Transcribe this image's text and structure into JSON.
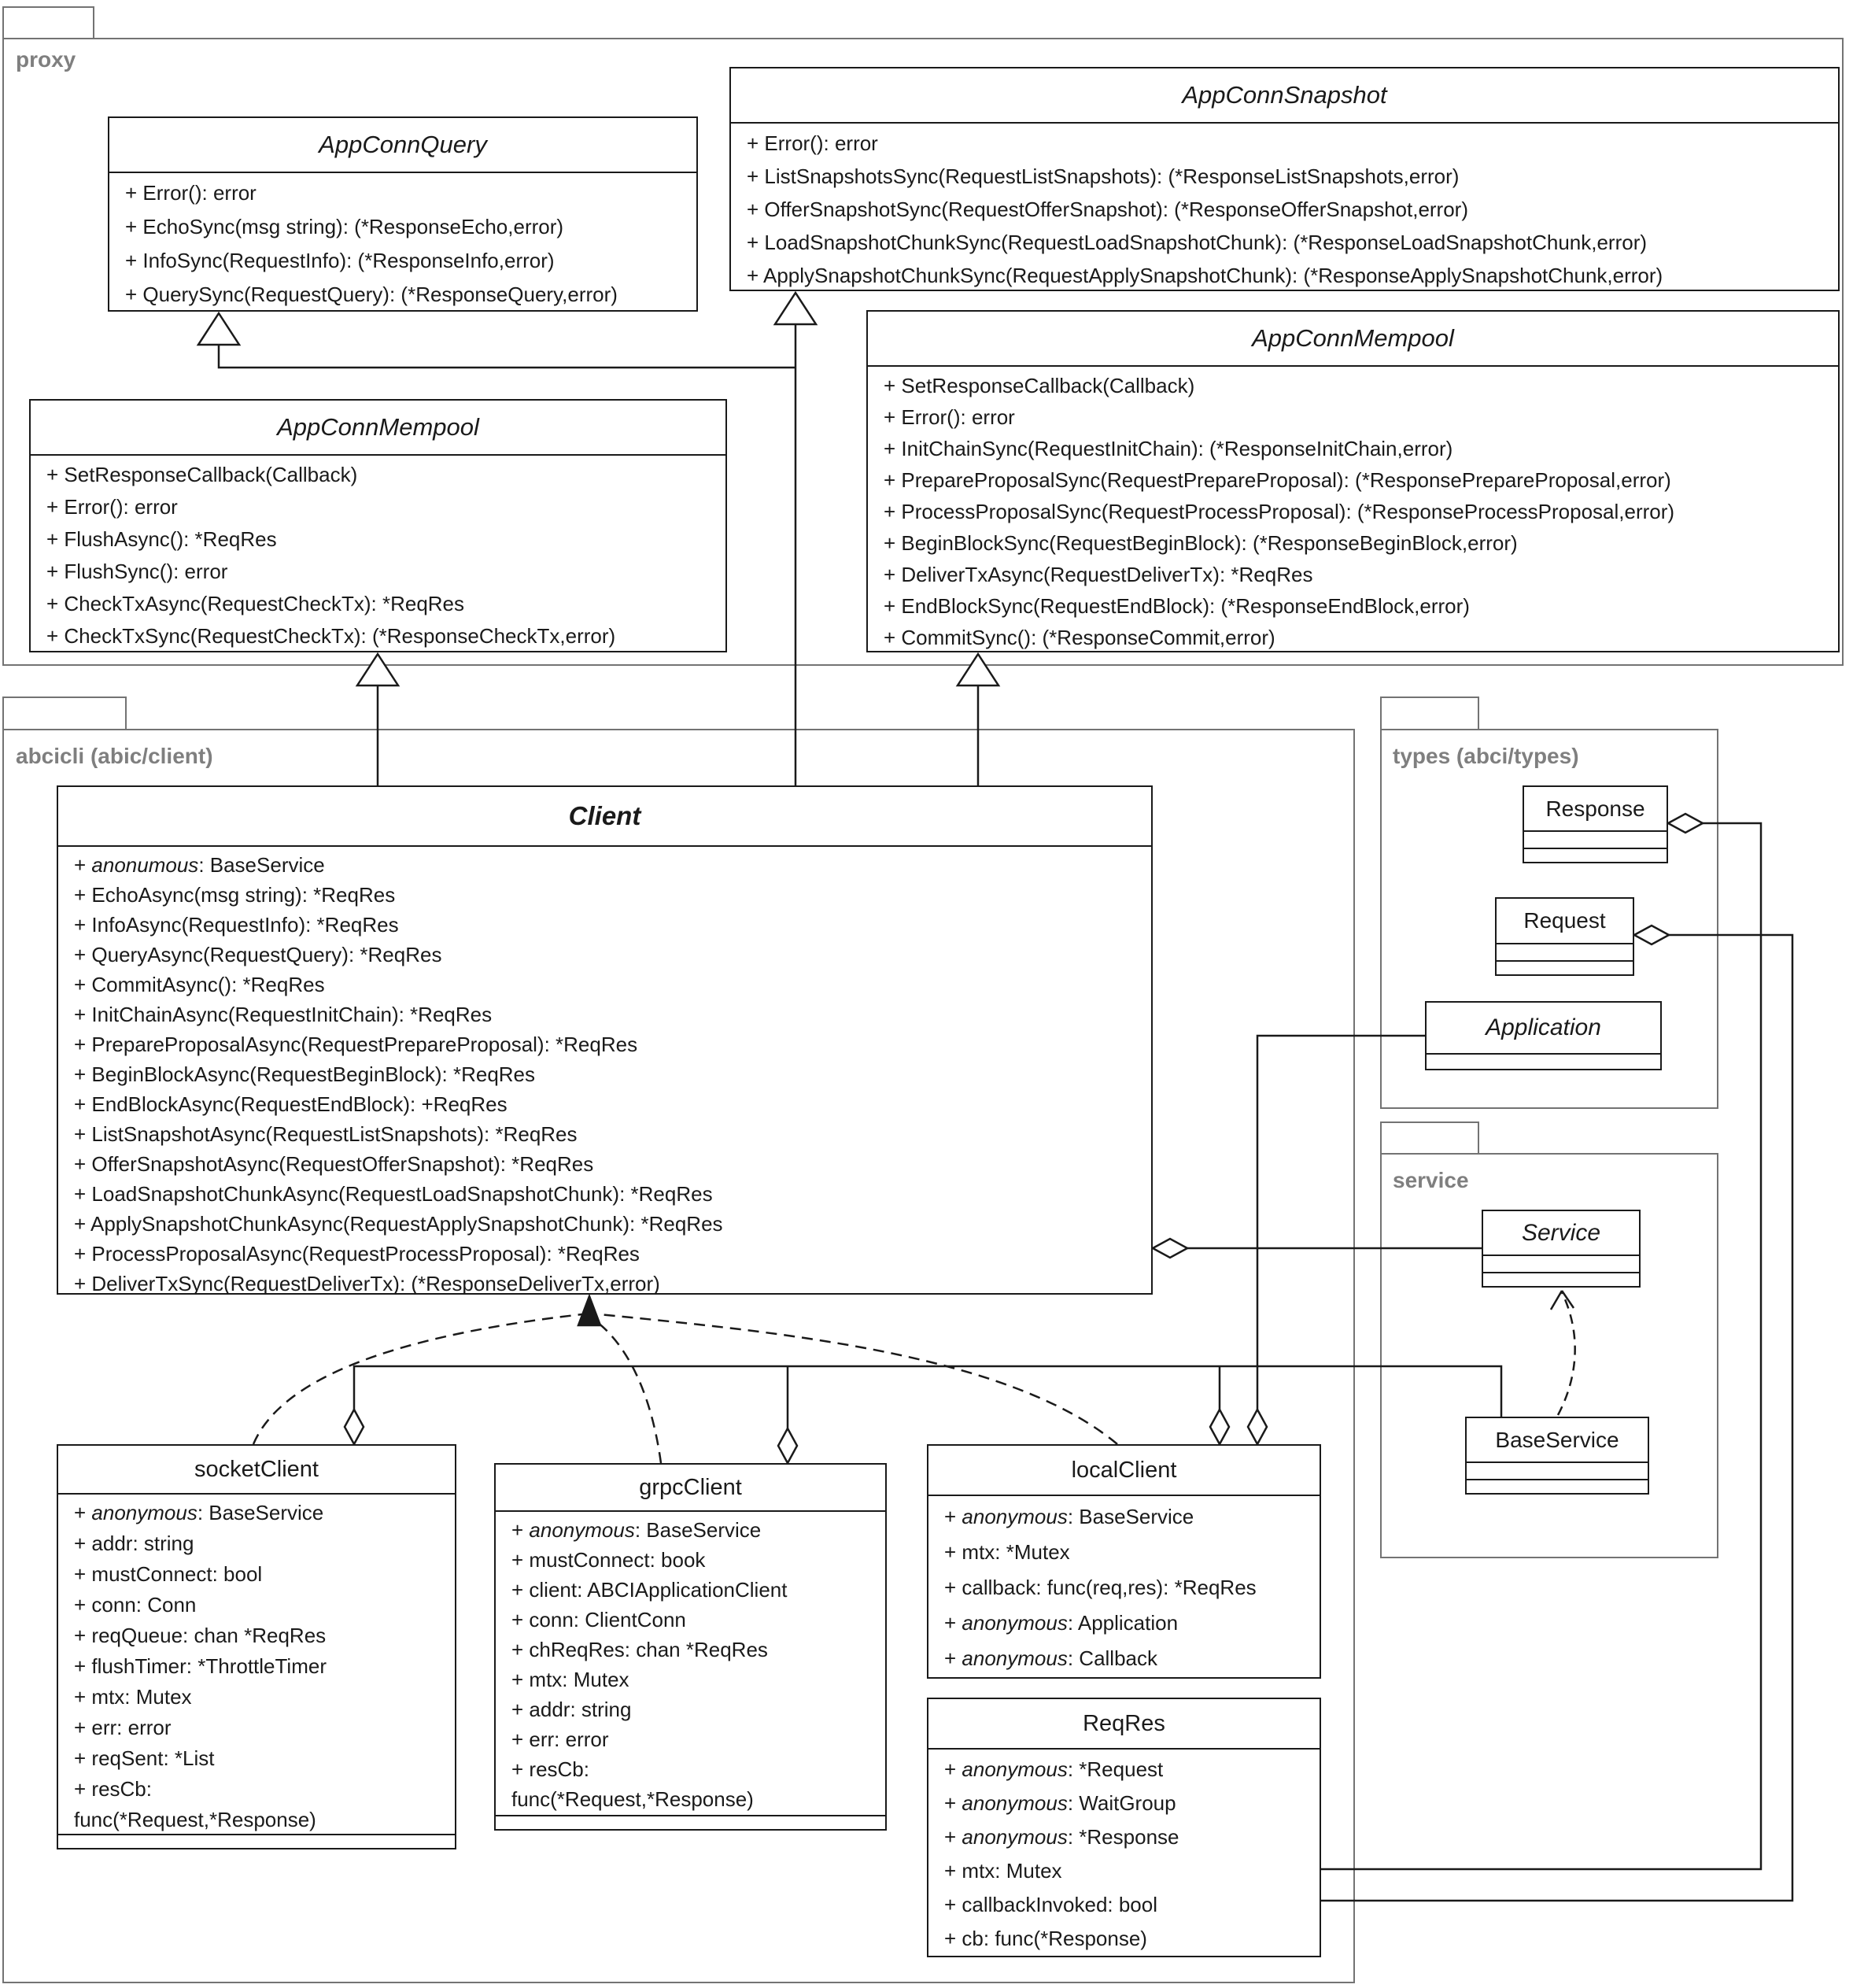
{
  "colors": {
    "background": "#ffffff",
    "class_border": "#1a1a1a",
    "package_border": "#737373",
    "package_label": "#7f7f7f"
  },
  "packages": {
    "proxy": {
      "label": "proxy"
    },
    "abcicli": {
      "label": "abcicli (abic/client)"
    },
    "types": {
      "label": "types (abci/types)"
    },
    "service": {
      "label": "service"
    }
  },
  "classes": {
    "app_conn_query": {
      "title": "AppConnQuery",
      "members": [
        "+ Error(): error",
        "+ EchoSync(msg string): (*ResponseEcho,error)",
        "+ InfoSync(RequestInfo): (*ResponseInfo,error)",
        "+ QuerySync(RequestQuery): (*ResponseQuery,error)"
      ]
    },
    "app_conn_snapshot": {
      "title": "AppConnSnapshot",
      "members": [
        "+ Error(): error",
        "+ ListSnapshotsSync(RequestListSnapshots): (*ResponseListSnapshots,error)",
        "+ OfferSnapshotSync(RequestOfferSnapshot): (*ResponseOfferSnapshot,error)",
        "+ LoadSnapshotChunkSync(RequestLoadSnapshotChunk): (*ResponseLoadSnapshotChunk,error)",
        "+ ApplySnapshotChunkSync(RequestApplySnapshotChunk): (*ResponseApplySnapshotChunk,error)"
      ]
    },
    "app_conn_mempool_left": {
      "title": "AppConnMempool",
      "members": [
        "+ SetResponseCallback(Callback)",
        "+ Error(): error",
        "+ FlushAsync(): *ReqRes",
        "+ FlushSync(): error",
        "+ CheckTxAsync(RequestCheckTx): *ReqRes",
        "+ CheckTxSync(RequestCheckTx): (*ResponseCheckTx,error)"
      ]
    },
    "app_conn_mempool_right": {
      "title": "AppConnMempool",
      "members": [
        "+ SetResponseCallback(Callback)",
        "+ Error(): error",
        "+ InitChainSync(RequestInitChain): (*ResponseInitChain,error)",
        "+ PrepareProposalSync(RequestPrepareProposal): (*ResponsePrepareProposal,error)",
        "+ ProcessProposalSync(RequestProcessProposal): (*ResponseProcessProposal,error)",
        "+ BeginBlockSync(RequestBeginBlock): (*ResponseBeginBlock,error)",
        "+ DeliverTxAsync(RequestDeliverTx): *ReqRes",
        "+ EndBlockSync(RequestEndBlock): (*ResponseEndBlock,error)",
        "+ CommitSync(): (*ResponseCommit,error)"
      ]
    },
    "client": {
      "title": "Client",
      "members": [
        "+ anonumous: BaseService",
        "+ EchoAsync(msg string): *ReqRes",
        "+ InfoAsync(RequestInfo): *ReqRes",
        "+ QueryAsync(RequestQuery): *ReqRes",
        "+ CommitAsync(): *ReqRes",
        "+ InitChainAsync(RequestInitChain): *ReqRes",
        "+ PrepareProposalAsync(RequestPrepareProposal): *ReqRes",
        "+ BeginBlockAsync(RequestBeginBlock): *ReqRes",
        "+ EndBlockAsync(RequestEndBlock): +ReqRes",
        "+ ListSnapshotAsync(RequestListSnapshots): *ReqRes",
        "+ OfferSnapshotAsync(RequestOfferSnapshot): *ReqRes",
        "+ LoadSnapshotChunkAsync(RequestLoadSnapshotChunk): *ReqRes",
        "+ ApplySnapshotChunkAsync(RequestApplySnapshotChunk): *ReqRes",
        "+ ProcessProposalAsync(RequestProcessProposal): *ReqRes",
        "+ DeliverTxSync(RequestDeliverTx): (*ResponseDeliverTx,error)"
      ]
    },
    "socket_client": {
      "title": "socketClient",
      "members": [
        "+ anonymous: BaseService",
        "+ addr: string",
        "+ mustConnect: bool",
        "+ conn: Conn",
        "+ reqQueue: chan *ReqRes",
        "+ flushTimer: *ThrottleTimer",
        "+ mtx: Mutex",
        "+ err: error",
        "+ reqSent: *List",
        "+ resCb:",
        "func(*Request,*Response)"
      ]
    },
    "grpc_client": {
      "title": "grpcClient",
      "members": [
        "+ anonymous: BaseService",
        "+ mustConnect: book",
        "+ client: ABCIApplicationClient",
        "+ conn: ClientConn",
        "+ chReqRes: chan *ReqRes",
        "+ mtx: Mutex",
        "+ addr: string",
        "+ err: error",
        "+ resCb:",
        "func(*Request,*Response)"
      ]
    },
    "local_client": {
      "title": "localClient",
      "members": [
        "+ anonymous: BaseService",
        "+ mtx: *Mutex",
        "+ callback: func(req,res): *ReqRes",
        "+ anonymous: Application",
        "+ anonymous: Callback"
      ]
    },
    "reqres": {
      "title": "ReqRes",
      "members": [
        "+ anonymous: *Request",
        "+ anonymous: WaitGroup",
        "+ anonymous: *Response",
        "+ mtx: Mutex",
        "+ callbackInvoked: bool",
        "+ cb: func(*Response)"
      ]
    },
    "response": {
      "title": "Response",
      "members": []
    },
    "request": {
      "title": "Request",
      "members": []
    },
    "application": {
      "title": "Application",
      "members": []
    },
    "service_cls": {
      "title": "Service",
      "members": []
    },
    "base_service": {
      "title": "BaseService",
      "members": []
    }
  }
}
